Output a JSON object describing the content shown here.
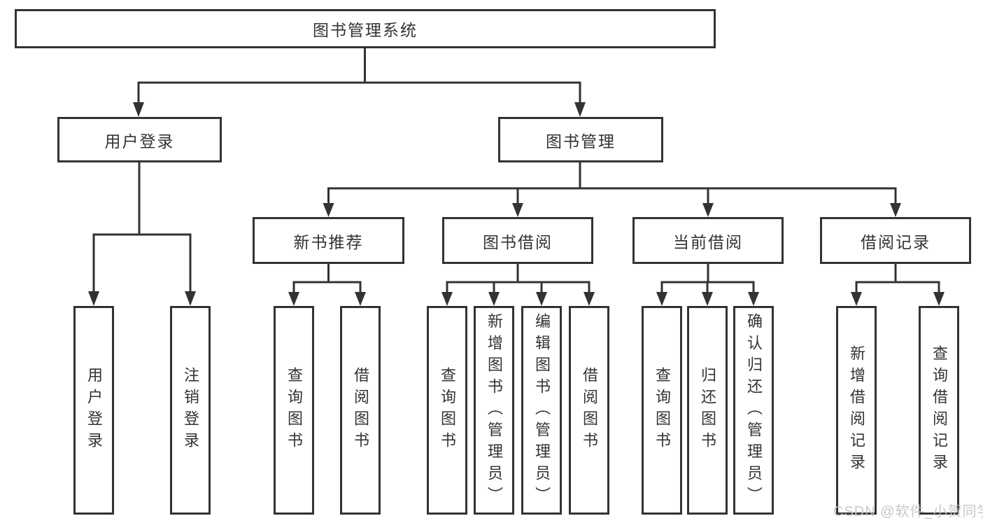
{
  "root": {
    "label": "图书管理系统"
  },
  "branches": [
    {
      "label": "用户登录",
      "children": [
        "用户登录",
        "注销登录"
      ]
    },
    {
      "label": "图书管理",
      "groups": [
        {
          "label": "新书推荐",
          "children": [
            "查询图书",
            "借阅图书"
          ]
        },
        {
          "label": "图书借阅",
          "children": [
            "查询图书",
            "新增图书（管理员）",
            "编辑图书（管理员）",
            "借阅图书"
          ]
        },
        {
          "label": "当前借阅",
          "children": [
            "查询图书",
            "归还图书",
            "确认归还（管理员）"
          ]
        },
        {
          "label": "借阅记录",
          "children": [
            "新增借阅记录",
            "查询借阅记录"
          ]
        }
      ]
    }
  ],
  "watermark": "CSDN @软件_小贺同学",
  "colors": {
    "line": "#333333",
    "text": "#333333",
    "watermark": "#c3c3c3"
  }
}
